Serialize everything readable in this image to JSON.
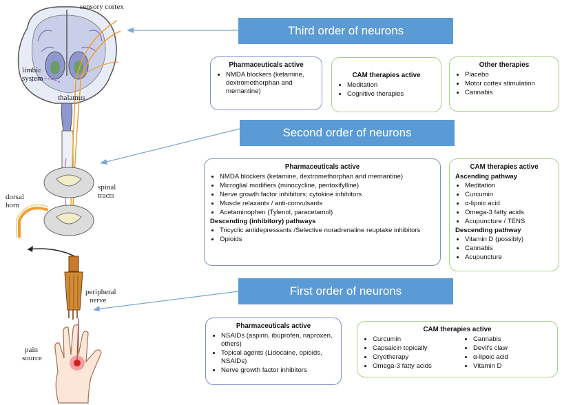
{
  "anatomy_labels": {
    "sensory_cortex": "sensory cortex",
    "limbic_system_1": "limbic",
    "limbic_system_2": "system",
    "thalamus": "thalamus",
    "spinal_tracts_1": "spinal",
    "spinal_tracts_2": "tracts",
    "dorsal_horn_1": "dorsal",
    "dorsal_horn_2": "horn",
    "peripheral_nerve_1": "peripheral",
    "peripheral_nerve_2": "nerve",
    "pain_source_1": "pain",
    "pain_source_2": "source"
  },
  "third": {
    "banner": "Third order of neurons",
    "pharma": {
      "title": "Pharmaceuticals active",
      "items": [
        "NMDA blockers (ketamine, dextromethorphan and memantine)"
      ]
    },
    "cam": {
      "title": "CAM therapies active",
      "items": [
        "Meditation",
        "Cognitive therapies"
      ]
    },
    "other": {
      "title": "Other therapies",
      "items": [
        "Placebo",
        "Motor cortex stimulation",
        "Cannabis"
      ]
    }
  },
  "second": {
    "banner": "Second order of neurons",
    "pharma": {
      "title": "Pharmaceuticals active",
      "items": [
        "NMDA blockers (ketamine, dextromethorphan and memantine)",
        "Microglial modifiers (minocycline, pentoxifylline)",
        "Nerve growth factor inhibitors; cytokine inhibitors",
        "Muscle relaxants / anti-convulsants",
        "Acetaminophen (Tylenol, paracetamol)"
      ],
      "subtitle": "Descending (inhibitory) pathways",
      "items2": [
        "Tricyclic antidepressants /Selective noradrenaline reuptake inhibitors",
        "Opioids"
      ]
    },
    "cam": {
      "title": "CAM therapies active",
      "sub1": "Ascending pathway",
      "items1": [
        "Meditation",
        "Curcumin",
        "α-lipoic acid",
        "Omega-3 fatty acids",
        "Acupuncture / TENS"
      ],
      "sub2": "Descending pathway",
      "items2": [
        "Vitamin D (possibly)",
        "Cannabis",
        "Acupuncture"
      ]
    }
  },
  "first": {
    "banner": "First order of neurons",
    "pharma": {
      "title": "Pharmaceuticals active",
      "items": [
        "NSAIDs (aspirin, ibuprofen, naproxen, others)",
        "Topical agents (Lidocaine, opioids, NSAIDs)",
        "Nerve growth factor inhibitors"
      ]
    },
    "cam": {
      "title": "CAM therapies active",
      "col1": [
        "Curcumin",
        "Capsaicin topically",
        "Cryotherapy",
        "Omega-3 fatty acids"
      ],
      "col2": [
        "Cannabis",
        "Devil's claw",
        "α-lipoic acid",
        "Vitamin D"
      ]
    }
  },
  "colors": {
    "banner": "#5b9bd5",
    "pharma_border": "#7f8fd0",
    "cam_border": "#a9cf85",
    "arrow": "#7aa6d8",
    "nerve": "#f0a030"
  }
}
